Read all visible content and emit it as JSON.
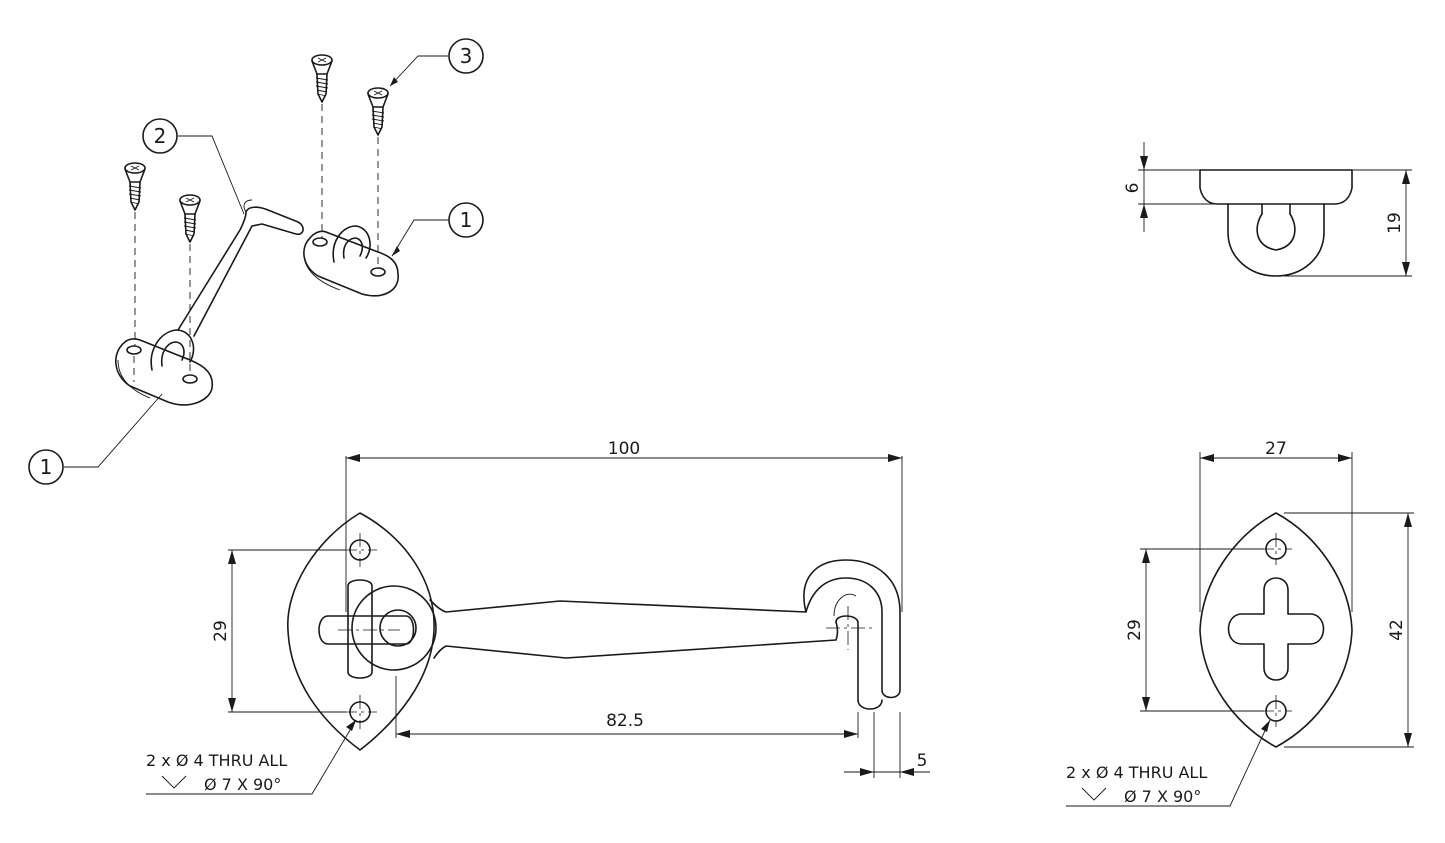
{
  "balloons": {
    "b1_top": "1",
    "b1_bottom": "1",
    "b2": "2",
    "b3": "3"
  },
  "dimensions": {
    "overall_length": "100",
    "hole_spacing_front": "29",
    "hook_reach": "82.5",
    "hook_wire": "5",
    "eye_width": "27",
    "eye_height": "42",
    "hole_spacing_eye": "29",
    "plate_thickness": "6",
    "eye_depth": "19"
  },
  "notes": {
    "front_line1": "2 x Ø 4 THRU ALL",
    "front_line2": "Ø 7 X 90°",
    "eye_line1": "2 x Ø 4 THRU ALL",
    "eye_line2": "Ø 7 X 90°"
  }
}
